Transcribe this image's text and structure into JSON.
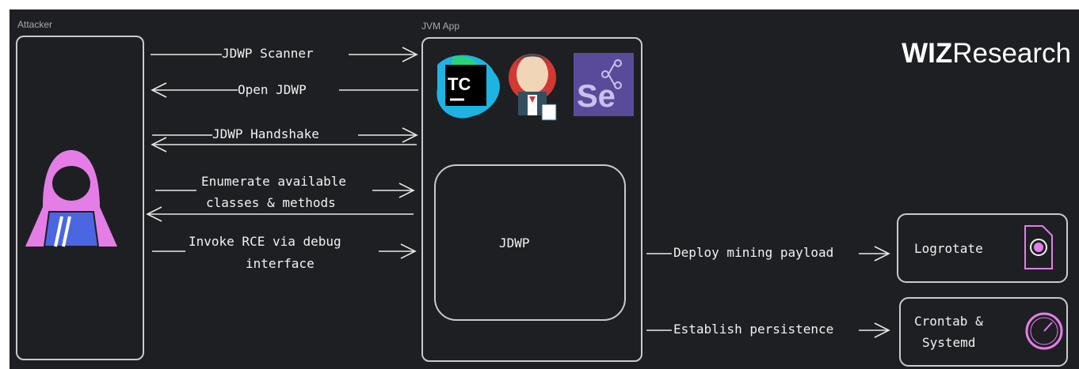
{
  "labels": {
    "attacker": "Attacker",
    "jvm_app": "JVM App"
  },
  "brand": {
    "name": "WIZ",
    "suffix": "Research"
  },
  "arrows": [
    {
      "text": "JDWP Scanner",
      "direction": "right"
    },
    {
      "text": "Open JDWP",
      "direction": "left"
    },
    {
      "text": "JDWP Handshake",
      "direction": "both"
    },
    {
      "text_line1": "Enumerate available",
      "text_line2": "classes & methods",
      "direction": "both"
    },
    {
      "text_line1": "Invoke RCE via debug",
      "text_line2": "interface",
      "direction": "right"
    }
  ],
  "app_icons": {
    "teamcity": "TC",
    "selenium": "Se"
  },
  "jdwp_box": "JDWP",
  "outputs": [
    {
      "arrow_text": "Deploy mining payload",
      "target": "Logrotate"
    },
    {
      "arrow_text": "Establish persistence",
      "target_line1": "Crontab &",
      "target_line2": "Systemd"
    }
  ],
  "colors": {
    "background": "#1e1f23",
    "stroke": "#c9cacc",
    "hacker": "#e47ee6",
    "laptop": "#4a66e0",
    "selenium": "#5a4b9a",
    "teamcity_bg": "#1db4e3"
  }
}
